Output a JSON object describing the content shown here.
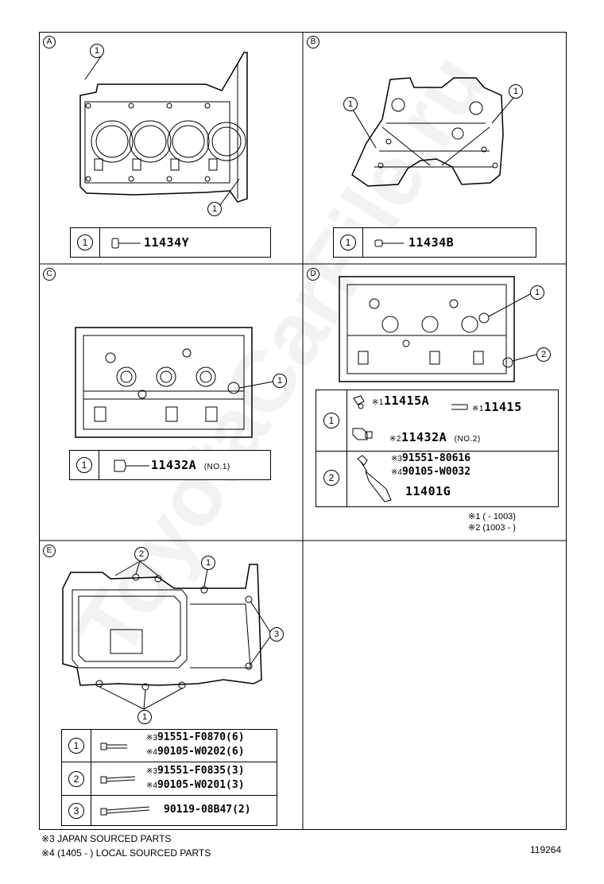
{
  "watermark": "ToyotaCarFile.ru",
  "panels": {
    "A": {
      "label": "A",
      "callouts": [
        "1",
        "1"
      ],
      "row": {
        "num": "1",
        "part": "11434Y"
      }
    },
    "B": {
      "label": "B",
      "callouts": [
        "1",
        "1"
      ],
      "row": {
        "num": "1",
        "part": "11434B"
      }
    },
    "C": {
      "label": "C",
      "callouts": [
        "1"
      ],
      "row": {
        "num": "1",
        "part": "11432A",
        "suffix": "(NO.1)"
      }
    },
    "D": {
      "label": "D",
      "callouts": [
        "1",
        "2"
      ],
      "row1": {
        "num": "1",
        "mark1": "※1",
        "part1": "11415A",
        "mark1b": "※1",
        "part1b": "11415",
        "mark2": "※2",
        "part2": "11432A",
        "suffix2": "(NO.2)"
      },
      "row2": {
        "num": "2",
        "mark3": "※3",
        "part3": "91551-80616",
        "mark4": "※4",
        "part4": "90105-W0032",
        "part5": "11401G"
      },
      "note1": "※1 (       - 1003)",
      "note2": "※2 (1003 -        )"
    },
    "E": {
      "label": "E",
      "callouts": [
        "2",
        "1",
        "3",
        "1"
      ],
      "rows": [
        {
          "num": "1",
          "mark_a": "※3",
          "part_a": "91551-F0870",
          "qty_a": "(6)",
          "mark_b": "※4",
          "part_b": "90105-W0202",
          "qty_b": "(6)"
        },
        {
          "num": "2",
          "mark_a": "※3",
          "part_a": "91551-F0835",
          "qty_a": "(3)",
          "mark_b": "※4",
          "part_b": "90105-W0201",
          "qty_b": "(3)"
        },
        {
          "num": "3",
          "part_a": "90119-08B47",
          "qty_a": "(2)"
        }
      ]
    }
  },
  "footer": {
    "note3": "※3 JAPAN SOURCED PARTS",
    "note4": "※4 (1405 -        ) LOCAL SOURCED PARTS",
    "drawing_number": "119264"
  }
}
